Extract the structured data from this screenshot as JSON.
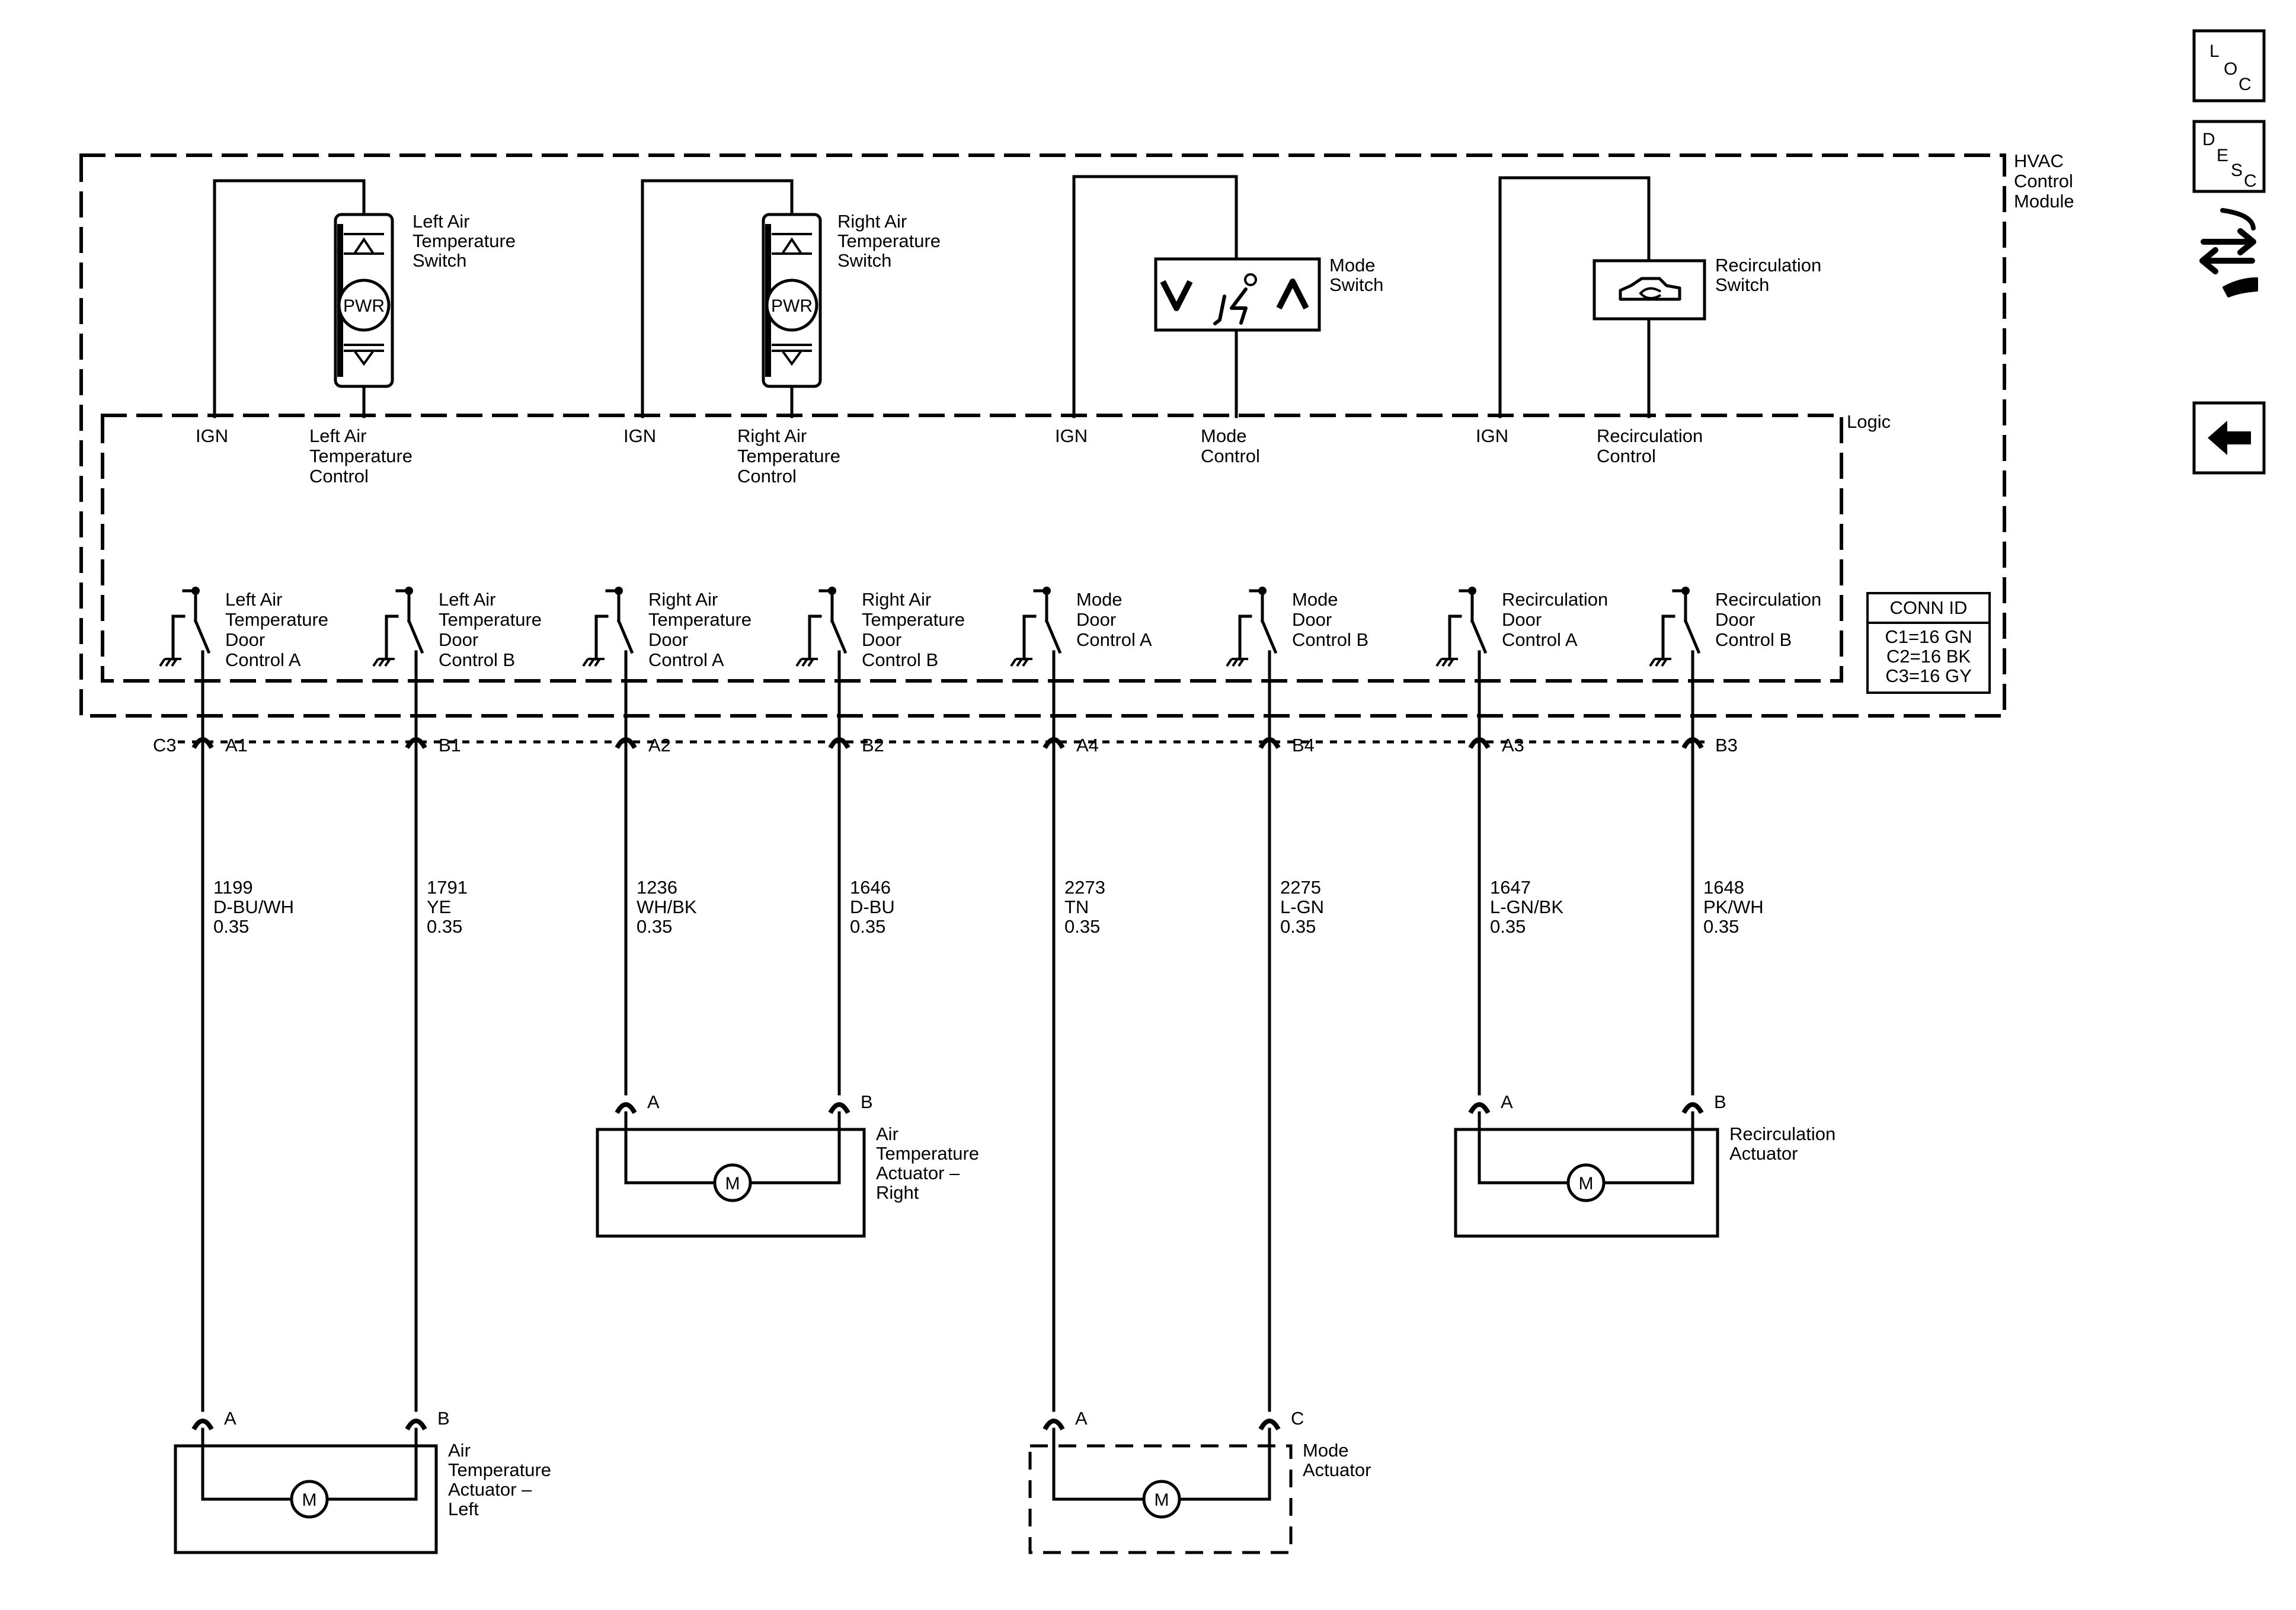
{
  "module": {
    "name_lines": [
      "HVAC",
      "Control",
      "Module"
    ],
    "logic_label": "Logic",
    "conn_id": {
      "title": "CONN ID",
      "rows": [
        "C1=16 GN",
        "C2=16 BK",
        "C3=16 GY"
      ]
    }
  },
  "switches": {
    "left_air": [
      "Left Air",
      "Temperature",
      "Switch"
    ],
    "right_air": [
      "Right Air",
      "Temperature",
      "Switch"
    ],
    "mode": [
      "Mode",
      "Switch"
    ],
    "recirc": [
      "Recirculation",
      "Switch"
    ],
    "pwr_label": "PWR"
  },
  "logic_inputs": {
    "ign": "IGN",
    "left": [
      "Left Air",
      "Temperature",
      "Control"
    ],
    "right": [
      "Right Air",
      "Temperature",
      "Control"
    ],
    "mode": [
      "Mode",
      "Control"
    ],
    "recirc": [
      "Recirculation",
      "Control"
    ]
  },
  "connector_label": "C3",
  "outputs": [
    {
      "lines": [
        "Left Air",
        "Temperature",
        "Door",
        "Control A"
      ],
      "pin": "A1",
      "circuit": "1199",
      "color": "D-BU/WH",
      "gauge": "0.35"
    },
    {
      "lines": [
        "Left Air",
        "Temperature",
        "Door",
        "Control B"
      ],
      "pin": "B1",
      "circuit": "1791",
      "color": "YE",
      "gauge": "0.35"
    },
    {
      "lines": [
        "Right Air",
        "Temperature",
        "Door",
        "Control A"
      ],
      "pin": "A2",
      "circuit": "1236",
      "color": "WH/BK",
      "gauge": "0.35"
    },
    {
      "lines": [
        "Right Air",
        "Temperature",
        "Door",
        "Control B"
      ],
      "pin": "B2",
      "circuit": "1646",
      "color": "D-BU",
      "gauge": "0.35"
    },
    {
      "lines": [
        "Mode",
        "Door",
        "Control A"
      ],
      "pin": "A4",
      "circuit": "2273",
      "color": "TN",
      "gauge": "0.35"
    },
    {
      "lines": [
        "Mode",
        "Door",
        "Control B"
      ],
      "pin": "B4",
      "circuit": "2275",
      "color": "L-GN",
      "gauge": "0.35"
    },
    {
      "lines": [
        "Recirculation",
        "Door",
        "Control A"
      ],
      "pin": "A3",
      "circuit": "1647",
      "color": "L-GN/BK",
      "gauge": "0.35"
    },
    {
      "lines": [
        "Recirculation",
        "Door",
        "Control B"
      ],
      "pin": "B3",
      "circuit": "1648",
      "color": "PK/WH",
      "gauge": "0.35"
    }
  ],
  "actuators": {
    "left": {
      "lines": [
        "Air",
        "Temperature",
        "Actuator –",
        "Left"
      ],
      "pins": [
        "A",
        "B"
      ]
    },
    "right": {
      "lines": [
        "Air",
        "Temperature",
        "Actuator –",
        "Right"
      ],
      "pins": [
        "A",
        "B"
      ]
    },
    "mode": {
      "lines": [
        "Mode",
        "Actuator"
      ],
      "pins": [
        "A",
        "C"
      ]
    },
    "recirc": {
      "lines": [
        "Recirculation",
        "Actuator"
      ],
      "pins": [
        "A",
        "B"
      ]
    },
    "motor_label": "M"
  },
  "nav": {
    "loc": [
      "L",
      "O",
      "C"
    ],
    "desc": [
      "D",
      "E",
      "S",
      "C"
    ]
  }
}
